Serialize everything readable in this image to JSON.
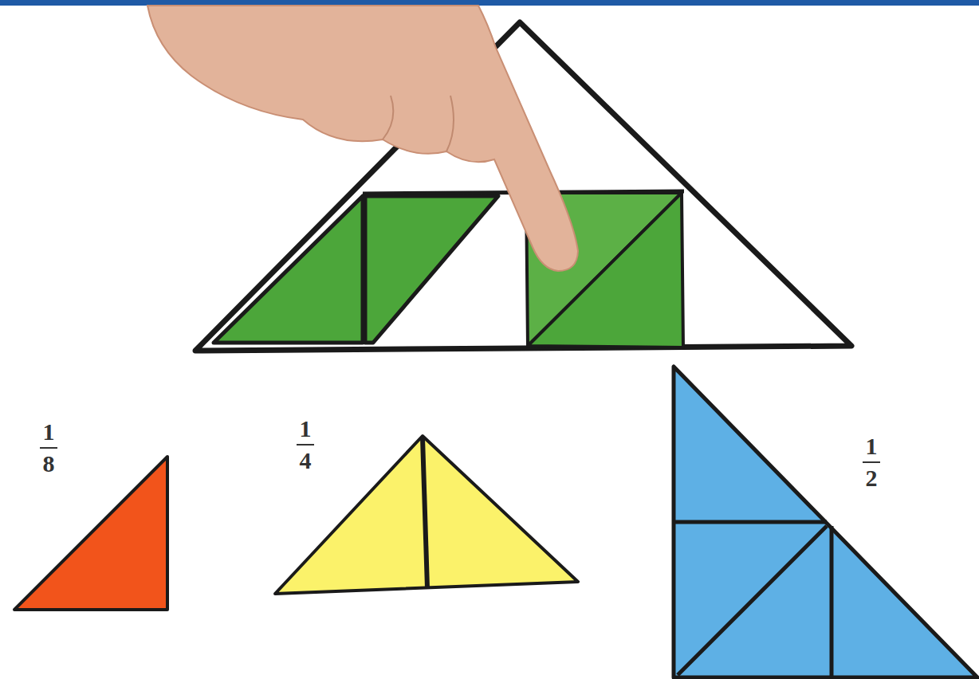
{
  "diagram": {
    "labels": [
      "1",
      "8",
      "1",
      "4",
      "1",
      "2"
    ]
  }
}
